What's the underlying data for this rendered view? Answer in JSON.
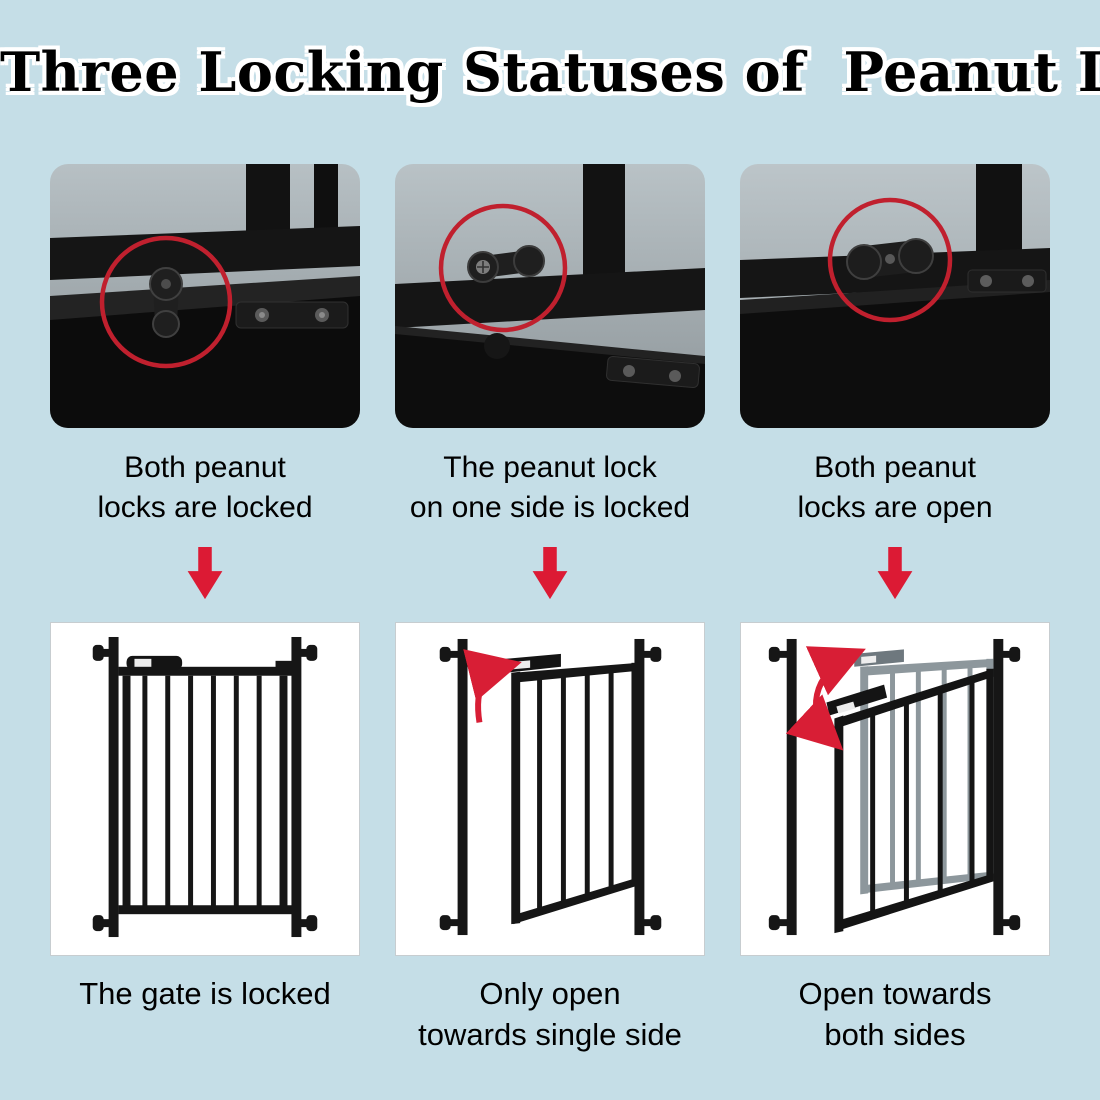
{
  "title": "Three Locking Statuses of  Peanut Lock",
  "colors": {
    "background": "#c5dee7",
    "accent_red": "#d81e35",
    "circle_red": "#c0202e",
    "text": "#000000",
    "gate_black": "#161616",
    "ghost_gray": "#8d979c"
  },
  "icons": {
    "down_arrow": "down-arrow-icon",
    "curved_arrow": "curved-arrow-icon",
    "red_circle": "red-circle-highlight"
  },
  "columns": [
    {
      "top_caption": "Both peanut\nlocks are locked",
      "bottom_caption": "The gate is locked"
    },
    {
      "top_caption": "The peanut lock\non one side is locked",
      "bottom_caption": "Only open\ntowards single side"
    },
    {
      "top_caption": "Both peanut\nlocks are open",
      "bottom_caption": "Open towards\nboth sides"
    }
  ]
}
